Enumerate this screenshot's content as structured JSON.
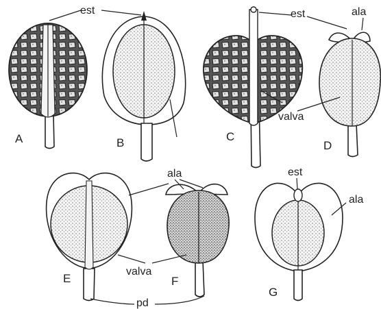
{
  "figure": {
    "labels": {
      "est": "est",
      "ala": "ala",
      "valva": "valva",
      "pd": "pd"
    },
    "panels": [
      "A",
      "B",
      "C",
      "D",
      "E",
      "F",
      "G"
    ]
  }
}
